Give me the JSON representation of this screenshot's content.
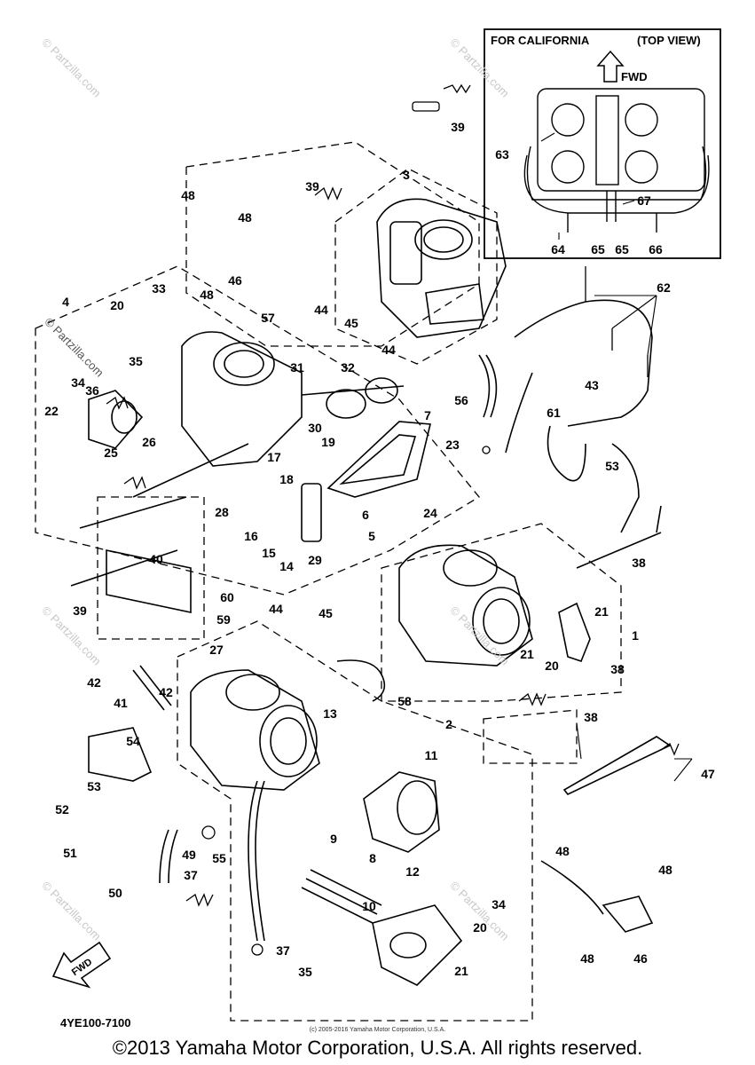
{
  "inset": {
    "title": "FOR CALIFORNIA",
    "view": "(TOP VIEW)",
    "fwd": "FWD"
  },
  "callouts": [
    "1",
    "2",
    "3",
    "4",
    "5",
    "6",
    "7",
    "8",
    "9",
    "10",
    "11",
    "12",
    "13",
    "14",
    "15",
    "16",
    "17",
    "18",
    "19",
    "20",
    "20",
    "20",
    "21",
    "21",
    "21",
    "22",
    "23",
    "24",
    "25",
    "26",
    "27",
    "28",
    "29",
    "30",
    "31",
    "32",
    "33",
    "34",
    "34",
    "35",
    "35",
    "36",
    "37",
    "37",
    "38",
    "38",
    "38",
    "39",
    "39",
    "39",
    "40",
    "41",
    "42",
    "42",
    "43",
    "44",
    "44",
    "44",
    "45",
    "45",
    "46",
    "46",
    "47",
    "48",
    "48",
    "48",
    "48",
    "48",
    "48",
    "49",
    "50",
    "51",
    "52",
    "53",
    "53",
    "54",
    "55",
    "56",
    "57",
    "58",
    "59",
    "60",
    "61",
    "62",
    "63",
    "64",
    "65",
    "65",
    "66",
    "67"
  ],
  "watermark": "© Partzilla.com",
  "fwd_arrow": "FWD",
  "part_code": "4YE100-7100",
  "small_copyright": "(c) 2005-2016 Yamaha Motor Corporation, U.S.A.",
  "copyright": "©2013 Yamaha Motor Corporation, U.S.A. All rights reserved."
}
